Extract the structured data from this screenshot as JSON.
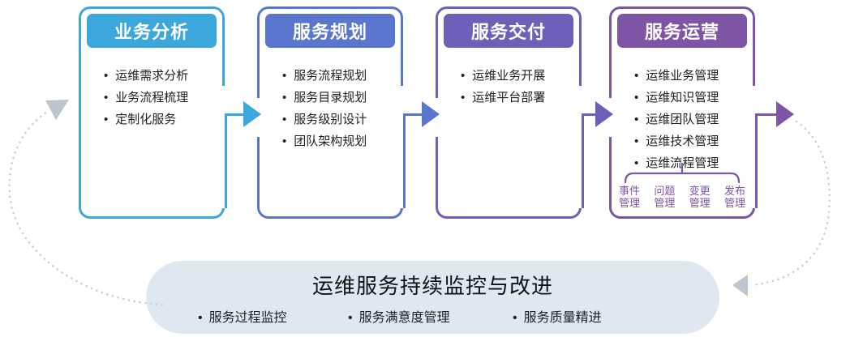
{
  "colors": {
    "card1": "#3BA7DC",
    "card2": "#5A76CE",
    "card3": "#6C60B8",
    "card4": "#7E54A6",
    "header_text": "#FFFFFF",
    "text": "#1F1F1F",
    "process_text": "#7E54A6",
    "bar_bg": "#DFE8F1",
    "loop_dot": "#C5CDD7",
    "loop_arrow": "#BCC5D0"
  },
  "cards": [
    {
      "title": "业务分析",
      "items": [
        "运维需求分析",
        "业务流程梳理",
        "定制化服务"
      ]
    },
    {
      "title": "服务规划",
      "items": [
        "服务流程规划",
        "服务目录规划",
        "服务级别设计",
        "团队架构规划"
      ]
    },
    {
      "title": "服务交付",
      "items": [
        "运维业务开展",
        "运维平台部署"
      ]
    },
    {
      "title": "服务运营",
      "items": [
        "运维业务管理",
        "运维知识管理",
        "运维团队管理",
        "运维技术管理",
        "运维流程管理"
      ],
      "process_items": [
        {
          "label": "事件\n管理"
        },
        {
          "label": "问题\n管理"
        },
        {
          "label": "变更\n管理"
        },
        {
          "label": "发布\n管理"
        }
      ]
    }
  ],
  "bottom_bar": {
    "title": "运维服务持续监控与改进",
    "items": [
      "服务过程监控",
      "服务满意度管理",
      "服务质量精进"
    ]
  }
}
